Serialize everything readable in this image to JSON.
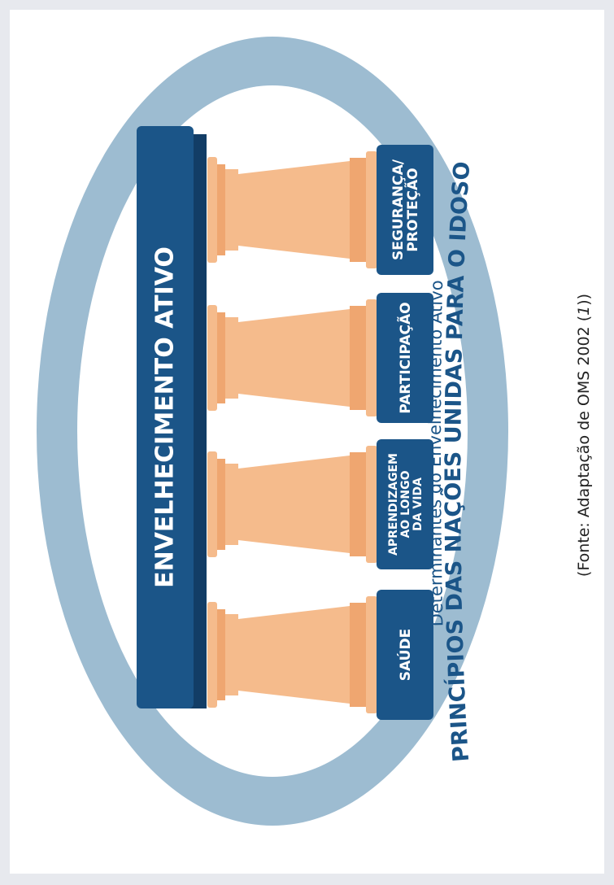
{
  "title": "ENVELHECIMENTO ATIVO",
  "pillars": [
    {
      "lines": [
        "SAÚDE"
      ]
    },
    {
      "lines": [
        "APRENDIZAGEM",
        "AO LONGO",
        "DA VIDA"
      ]
    },
    {
      "lines": [
        "PARTICIPAÇÃO"
      ]
    },
    {
      "lines": [
        "SEGURANÇA/",
        "PROTEÇÃO"
      ]
    }
  ],
  "inner_arc_text": "Determinantes do Envelhecimento Ativo",
  "outer_ring_text": "PRINCÍPIOS DAS NAÇÕES UNIDAS PARA O IDOSO",
  "source_caption": "(Fonte: Adaptação de OMS 2002 (",
  "source_caption_italic": "1",
  "source_caption_end": "))",
  "colors": {
    "background": "#e7e9ee",
    "panel": "#ffffff",
    "ring": "#9dbcd1",
    "beam": "#1b5588",
    "beam_shadow": "#123d66",
    "base_box": "#1b5588",
    "column": "#f5bb8c",
    "column_edge": "#efa670",
    "text_light": "#ffffff",
    "text_blue": "#1b5588",
    "caption": "#222222"
  }
}
